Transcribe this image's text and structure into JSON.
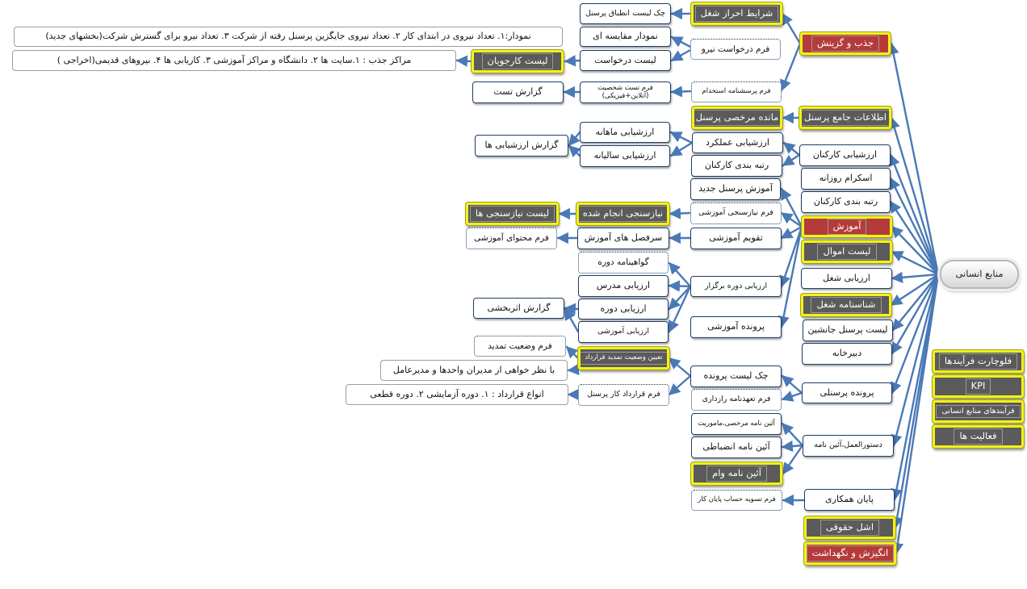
{
  "colors": {
    "edge": "#4a79b6",
    "box_border": "#1f3e66",
    "gray_fill": "#5b5b5b",
    "red_fill": "#b53b3b",
    "glow": "#f2f21a"
  },
  "nodes": {
    "root": "منابع انسانی",
    "jazb": "جذب و گزینش",
    "etelaat": "اطلاعات جامع پرسنل",
    "arzyabi_karkonan": "ارزشیابی کارکنان",
    "scrum": "اسکرام روزانه",
    "rotbe_karkonan": "رتبه بندی کارکنان",
    "amozesh": "آموزش",
    "amval": "لیست اموال",
    "arzyabi_shoghl": "ارزیابی شغل",
    "shenasname_shoghl": "شناسنامه شغل",
    "janeshin": "لیست پرسنل جانشین",
    "dabirkhane": "دبیرخانه",
    "parvande_personeli": "پرونده پرسنلی",
    "dastoor": "دستورالعمل،آئین نامه",
    "payan": "پایان همکاری",
    "ashl": "اشل حقوقی",
    "angize": "انگیزش و نگهداشت",
    "sharayet": "شرایط احراز شغل",
    "chek_tatbigh": "چک لیست انطباق پرسنل",
    "farm_darkhast_niroo": "فرم درخواست نیرو",
    "nemoodar_moghayese": "نمودار مقایسه ای",
    "nemoodar_text": "نمودار:۱. تعداد نیروی در ابتدای کار  ۲. تعداد نیروی جایگزین پرسنل رفته از شرکت ۳. تعداد نیرو برای گسترش شرکت(بخشهای جدید)",
    "list_darkhast": "لیست درخواست",
    "list_karjooyan": "لیست کارجویان",
    "marakez_jazb": "مراکز جذب : ۱.سایت ها   ۲. دانشگاه و مراکز آموزشی  ۳. کاریابی ها  ۴. نیروهای قدیمی(اخراجی )",
    "farm_porseshname": "فرم پرسشنامه استخدام",
    "farm_test_line1": "فرم تست شخصیت",
    "farm_test_line2": "(آنلاین+فیزیکی)",
    "gozaresh_test": "گزارش تست",
    "mande_morakhasi": "مانده مرخصی پرسنل",
    "arzyabi_amalkard": "ارزشیابی عملکرد",
    "rotbe_karkonan_2": "رتبه بندی کارکنان",
    "arzyabi_mahane": "ارزشیابی ماهانه",
    "arzyabi_saliane": "ارزشیابی سالیانه",
    "gozaresh_arzyabi": "گزارش ارزشیابی ها",
    "amozesh_jadid": "آموزش پرسنل جدید",
    "farm_niazsanji": "فرم نیازسنجی آموزشی",
    "niazsanji_anjam": "نیازسنجی انجام شده",
    "list_niazsanji": "لیست نیازسنجی ها",
    "taghvim": "تقویم آموزشی",
    "sarfasl": "سرفصل های آموزش",
    "farm_mohtava": "فرم محتوای آموزشی",
    "arzyabi_dore_bargozar": "ارزیابی دوره برگزار",
    "govahiname": "گواهینامه دوره",
    "arzyabi_modares": "ارزیابی مدرس",
    "arzyabi_dore": "ارزیابی دوره",
    "arzyabi_amozeshi": "ارزیابی آموزشی",
    "gozaresh_asarbakhshi": "گزارش اثربخشی",
    "parvande_amozeshi": "پرونده آموزشی",
    "farm_vaziat_tamdid": "فرم وضعیت تمدید",
    "taeen_vaziat": "تعیین وضعیت تمدید قرارداد",
    "nazar_khahi": "با نظر خواهی از مدیران واحدها و مدیرعامل",
    "chek_parvande": "چک لیست پرونده",
    "farm_tahodname": "فرم تعهدنامه رازداری",
    "farm_gharardad": "فرم قرارداد کار پرسنل",
    "anvae_gharardad": "انواع قرارداد : ۱. دوره آزمایشی   ۲. دوره قطعی",
    "aeen_morakhasi": "آئین نامه مرخصی،ماموریت",
    "aeen_enzebati": "آئین نامه انضباطی",
    "aeen_vam": "آئین نامه وام",
    "farm_tasvie": "فرم تسویه حساب پایان کار",
    "flowchart": "فلوچارت فرآیندها",
    "kpi": "KPI",
    "farayand": "فرآیندهای منابع انسانی",
    "faaliat": "فعالیت ها"
  }
}
